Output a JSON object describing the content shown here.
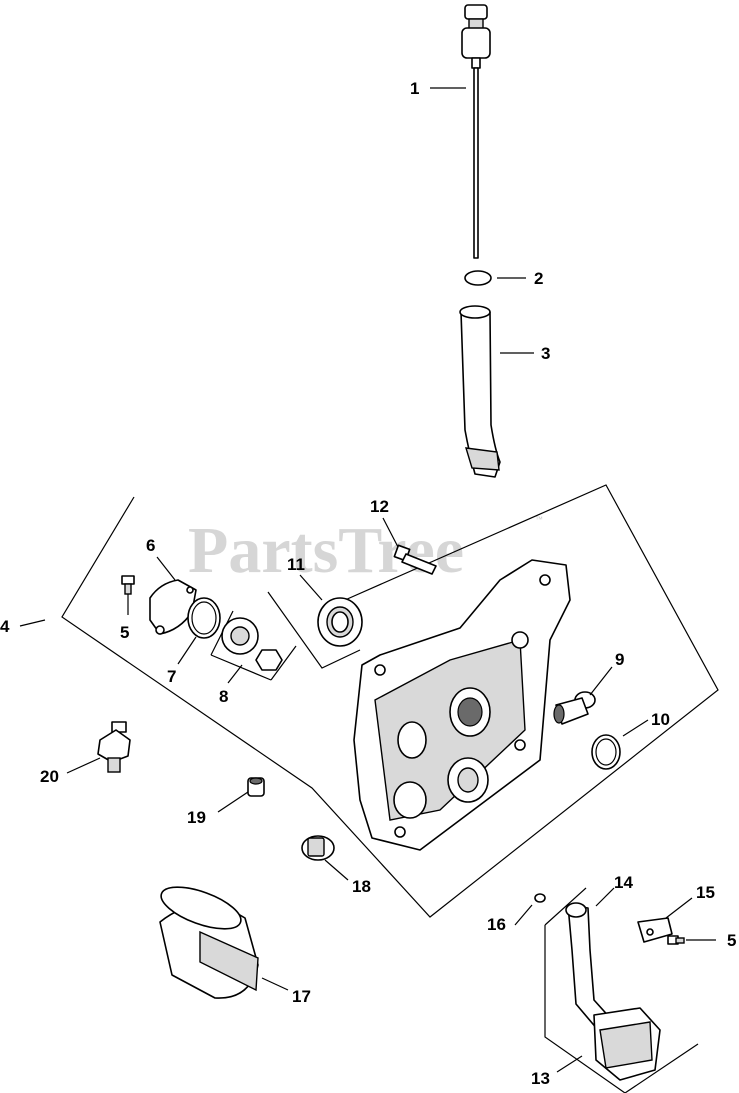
{
  "watermark": {
    "text": "PartsTree",
    "mark": "™"
  },
  "callouts": {
    "c1": "1",
    "c2": "2",
    "c3": "3",
    "c4": "4",
    "c5a": "5",
    "c5b": "5",
    "c6": "6",
    "c7": "7",
    "c8": "8",
    "c9": "9",
    "c10": "10",
    "c11": "11",
    "c12": "12",
    "c13": "13",
    "c14": "14",
    "c15": "15",
    "c16": "16",
    "c17": "17",
    "c18": "18",
    "c19": "19",
    "c20": "20"
  }
}
